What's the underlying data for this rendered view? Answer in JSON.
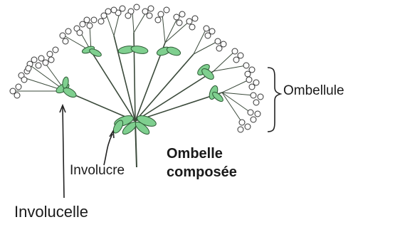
{
  "labels": {
    "ombellule": "Ombellule",
    "involucre": "Involucre",
    "involucelle": "Involucelle",
    "ombelle_composee_line1": "Ombelle",
    "ombelle_composee_line2": "composée"
  },
  "colors": {
    "background": "#ffffff",
    "leaf_fill": "#7fcf8f",
    "stem": "#3b4a3b",
    "flower_outline": "#333333",
    "text": "#1a1a1a"
  }
}
